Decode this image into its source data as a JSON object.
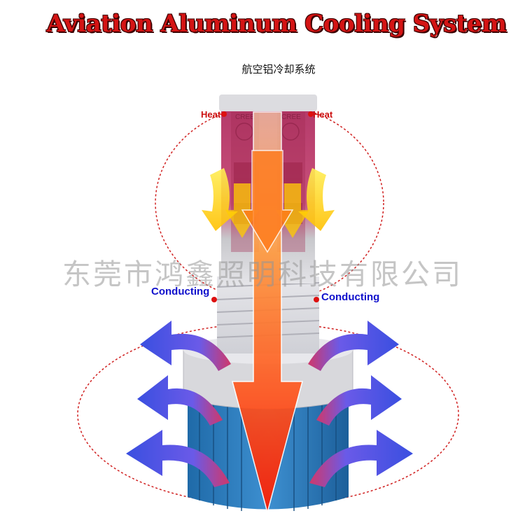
{
  "title": "Aviation Aluminum Cooling System",
  "subtitle": "航空铝冷却系统",
  "watermark": "东莞市鸿鑫照明科技有限公司",
  "labels": {
    "heat_left": "Heat",
    "heat_right": "Heat",
    "conducting_left": "Conducting",
    "conducting_right": "Conducting"
  },
  "chip_text": "CREE",
  "colors": {
    "title": "#d41414",
    "heat_label": "#cc1010",
    "conducting_label": "#1010cc",
    "heat_arrow": "#ff2a00",
    "cool_arrow": "#3a4fe0"
  }
}
